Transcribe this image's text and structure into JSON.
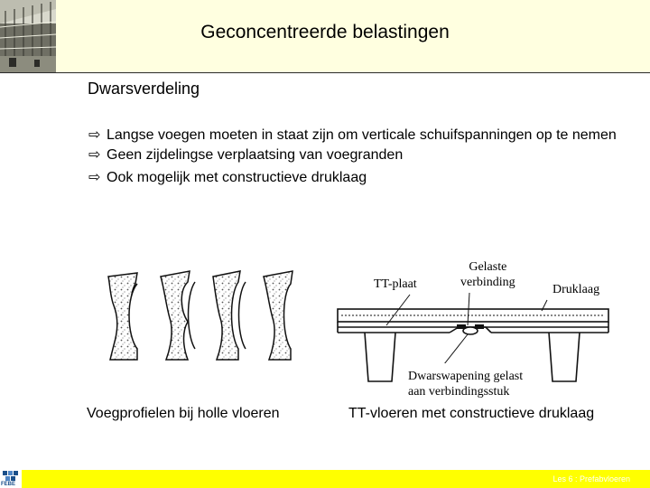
{
  "slide": {
    "title": "Geconcentreerde belastingen",
    "subtitle": "Dwarsverdeling",
    "bullets": [
      "Langse voegen moeten in staat zijn om verticale schuifspanningen op te nemen",
      "Geen zijdelingse verplaatsing van voegranden",
      "Ook mogelijk met constructieve druklaag"
    ],
    "bullet_icon": "outline-right-arrow-icon"
  },
  "left_figure": {
    "caption": "Voegprofielen bij holle vloeren"
  },
  "right_figure": {
    "caption": "TT-vloeren met constructieve druklaag",
    "labels": {
      "tt_plaat": "TT-plaat",
      "gelaste_line1": "Gelaste",
      "gelaste_line2": "verbinding",
      "druklaag": "Druklaag",
      "dwars_line1": "Dwarswapening gelast",
      "dwars_line2": "aan verbindingsstuk"
    }
  },
  "footer": {
    "text": "Les 6 : Prefabvloeren",
    "logo_text": "FEBE",
    "accent_color": "#ffff00"
  }
}
